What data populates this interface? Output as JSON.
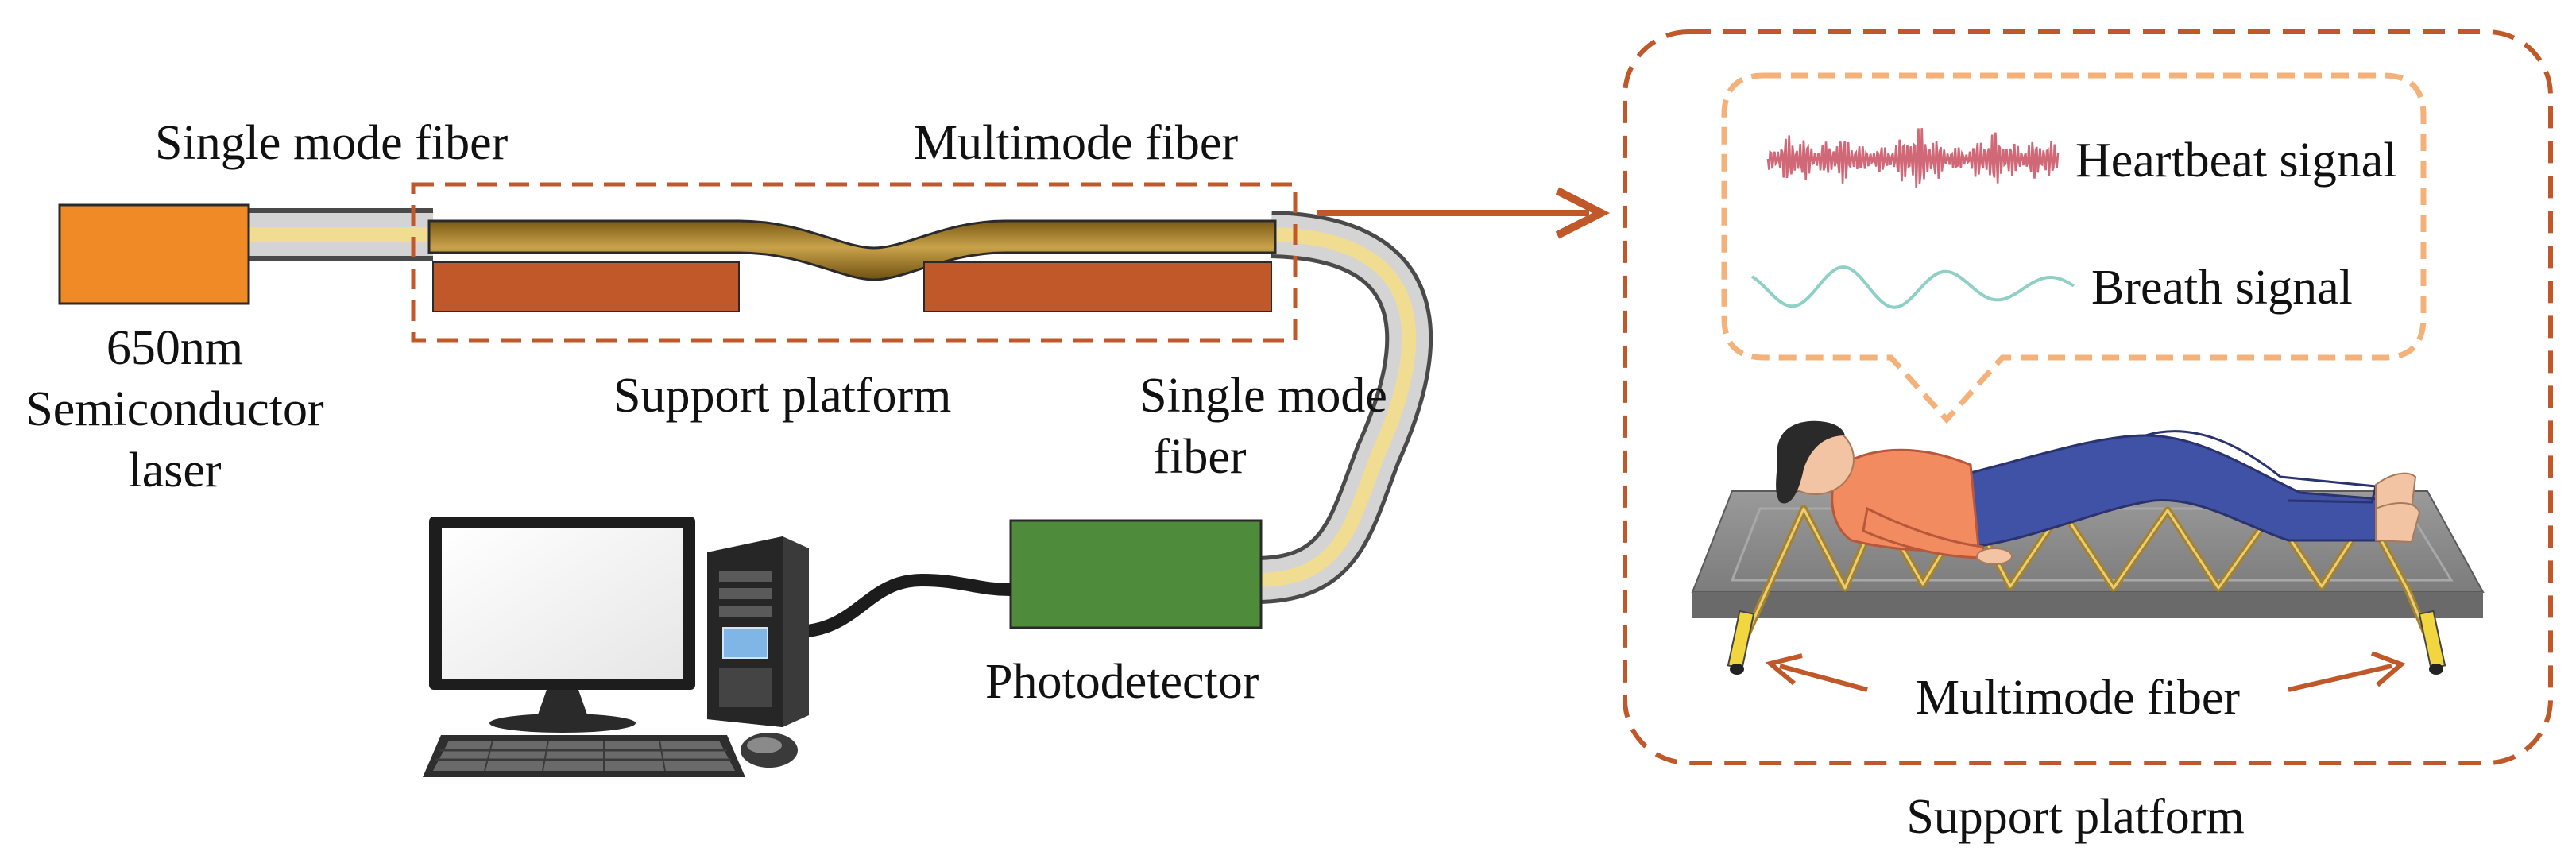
{
  "labels": {
    "single_mode_fiber_top": "Single mode fiber",
    "multimode_fiber_top": "Multimode fiber",
    "laser_line1": "650nm",
    "laser_line2": "Semiconductor",
    "laser_line3": "laser",
    "support_platform_left": "Support platform",
    "single_mode_fiber_right_line1": "Single mode",
    "single_mode_fiber_right_line2": "fiber",
    "photodetector": "Photodetector",
    "heartbeat_signal": "Heartbeat signal",
    "breath_signal": "Breath signal",
    "multimode_fiber_bottom": "Multimode fiber",
    "support_platform_bottom": "Support platform"
  },
  "colors": {
    "laser": "#f08a26",
    "platform": "#c0582a",
    "fiber_core": "#f1dd92",
    "fiber_cladding": "#d6d6d6",
    "mmf_fiber": "#a88228",
    "photodetector": "#4e8c3c",
    "dashed_box": "#c0582a",
    "callout_box": "#f4b17a",
    "heartbeat_wave": "#d06878",
    "breath_wave": "#8ecfc6",
    "mat": "#8a8a8a",
    "shirt": "#f28b60",
    "pants": "#4052a5"
  },
  "icons": [
    "laser-box",
    "photodetector-box",
    "computer-monitor-icon",
    "computer-tower-icon",
    "keyboard-icon",
    "mouse-icon",
    "person-lying-icon",
    "arrow-right-icon"
  ]
}
